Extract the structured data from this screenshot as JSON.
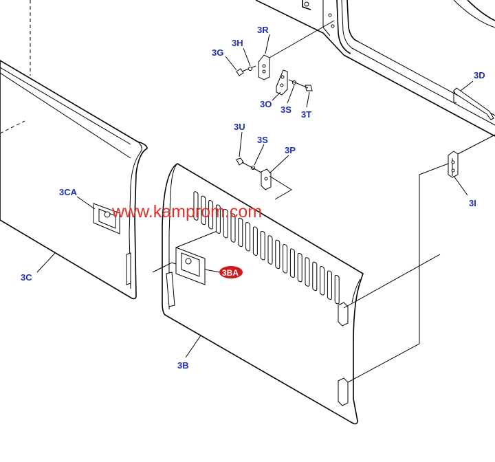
{
  "watermark": "www.kamprom.com",
  "highlight_color": "#d11a1a",
  "label_color": "#1f2fb0",
  "labels": {
    "3R": "3R",
    "3H": "3H",
    "3G": "3G",
    "3O": "3O",
    "3S_top": "3S",
    "3T": "3T",
    "3D": "3D",
    "3U": "3U",
    "3S_mid": "3S",
    "3P": "3P",
    "3CA": "3CA",
    "3I": "3I",
    "3C": "3C",
    "3BA": "3BA",
    "3B": "3B"
  }
}
